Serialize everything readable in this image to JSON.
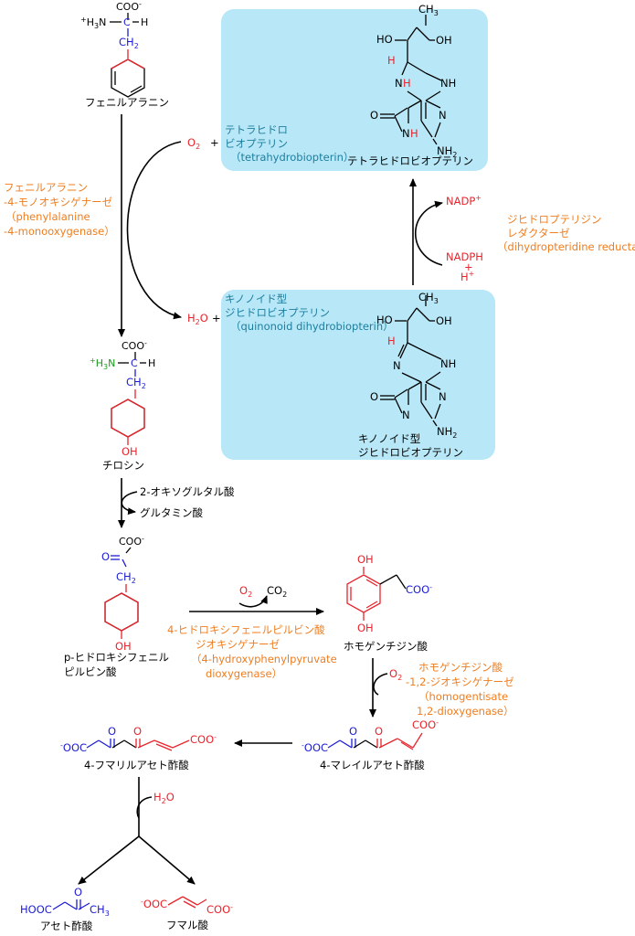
{
  "compounds": {
    "phenylalanine": "フェニルアラニン",
    "tyrosine": "チロシン",
    "hppa": [
      "p-ヒドロキシフェニル",
      "ピルビン酸"
    ],
    "homogentisate": "ホモゲンチジン酸",
    "maleylacetoacetate": "4-マレイルアセト酢酸",
    "fumarylacetoacetate": "4-フマリルアセト酢酸",
    "acetoacetate": "アセト酢酸",
    "fumarate": "フマル酸",
    "bh4_caption": "テトラヒドロビオプテリン",
    "qbh2_caption": [
      "キノノイド型",
      "ジヒドロビオプテリン"
    ]
  },
  "cofactor_labels": {
    "bh4": [
      "テトラヒドロ",
      "ビオプテリン",
      "（tetrahydrobiopterin）"
    ],
    "qbh2": [
      "キノノイド型",
      "ジヒドロビオプテリン",
      "（quinonoid dihydrobiopterin）"
    ]
  },
  "enzymes": {
    "pah": [
      "フェニルアラニン",
      "-4-モノオキシゲナーゼ",
      "（phenylalanine",
      "-4-monooxygenase）"
    ],
    "dhpr": [
      "ジヒドロプテリジン",
      "レダクターゼ",
      "（dihydropteridine reductase）"
    ],
    "hppd": [
      "4-ヒドロキシフェニルピルビン酸",
      "ジオキシゲナーゼ",
      "（4-hydroxyphenylpyruvate",
      "dioxygenase）"
    ],
    "hgd": [
      "ホモゲンチジン酸",
      "-1,2-ジオキシゲナーゼ",
      "（homogentisate",
      "1,2-dioxygenase）"
    ]
  },
  "reagents": {
    "oxoglutarate": "2-オキソグルタル酸",
    "glutamate": "グルタミン酸",
    "o2": "O",
    "co2": "CO",
    "h2o": "H",
    "h2o_o": "O",
    "nadp": "NADP",
    "nadph": "NADPH",
    "hplus": "H",
    "plus": "+",
    "sub2": "2",
    "sup_plus": "+"
  },
  "atoms": {
    "coo": "COO",
    "minus": "-",
    "h3n": "H",
    "n_label": "N",
    "c": "C",
    "h": "H",
    "ch2": "CH",
    "oh": "OH",
    "ho": "HO",
    "o": "O",
    "nh": "NH",
    "nh2": "NH",
    "ooc": "OOC",
    "hooc": "HOOC",
    "ch3": "CH",
    "sub3": "3"
  },
  "colors": {
    "red": "#e8242c",
    "blue": "#1c1cd6",
    "green": "#1a9a1a",
    "orange": "#f07d1e",
    "teal": "#1c7e9e",
    "box": "#b8e8f8"
  }
}
